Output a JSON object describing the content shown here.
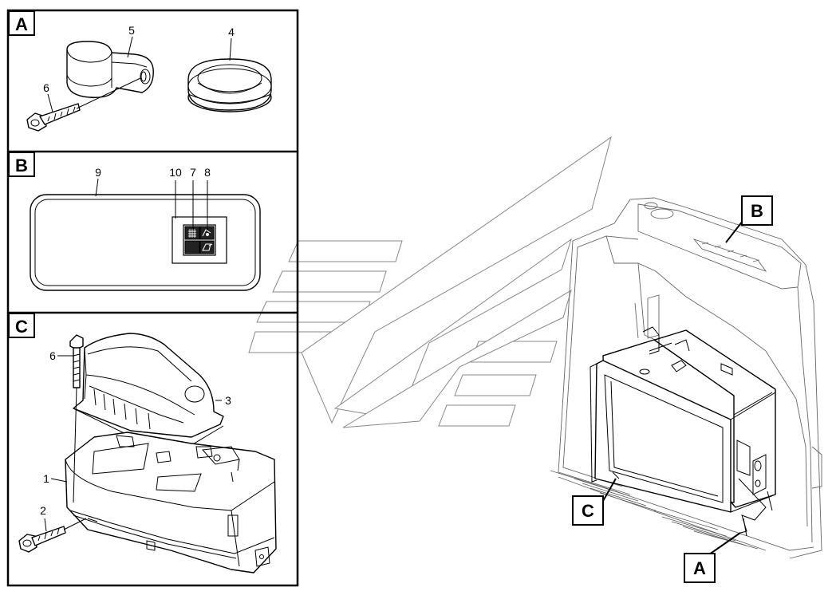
{
  "panels": [
    {
      "id": "A",
      "label": "A",
      "callouts": [
        "5",
        "4",
        "6"
      ]
    },
    {
      "id": "B",
      "label": "B",
      "callouts": [
        "9",
        "10",
        "7",
        "8"
      ]
    },
    {
      "id": "C",
      "label": "C",
      "callouts": [
        "6",
        "3",
        "1",
        "2"
      ]
    }
  ],
  "overview_tags": [
    "B",
    "C",
    "A"
  ],
  "switch_icons": [
    "fan-heat-icon",
    "recirculation-icon",
    "defrost-icon"
  ]
}
